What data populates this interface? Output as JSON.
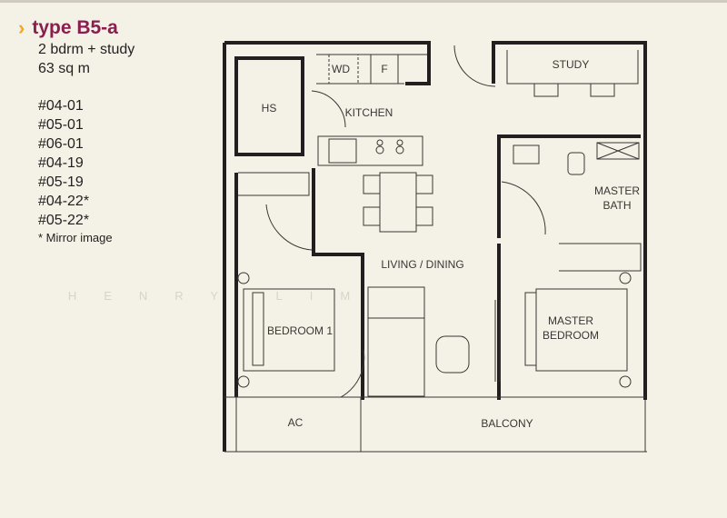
{
  "header": {
    "title": "type B5-a",
    "bedrooms": "2 bdrm + study",
    "area": "63 sq m",
    "units": [
      "#04-01",
      "#05-01",
      "#06-01",
      "#04-19",
      "#05-19",
      "#04-22*",
      "#05-22*"
    ],
    "note": "* Mirror image"
  },
  "plan": {
    "rooms": {
      "hs": "HS",
      "wd": "WD",
      "fridge": "F",
      "kitchen": "KITCHEN",
      "study": "STUDY",
      "master_bath_1": "MASTER",
      "master_bath_2": "BATH",
      "living": "LIVING / DINING",
      "bedroom1": "BEDROOM 1",
      "master_bedroom_1": "MASTER",
      "master_bedroom_2": "BEDROOM",
      "ac": "AC",
      "balcony": "BALCONY"
    },
    "watermark": "HENRY LIM"
  },
  "colors": {
    "title": "#8c1d4f",
    "accent": "#f5a623",
    "background": "#f4f1e6"
  }
}
